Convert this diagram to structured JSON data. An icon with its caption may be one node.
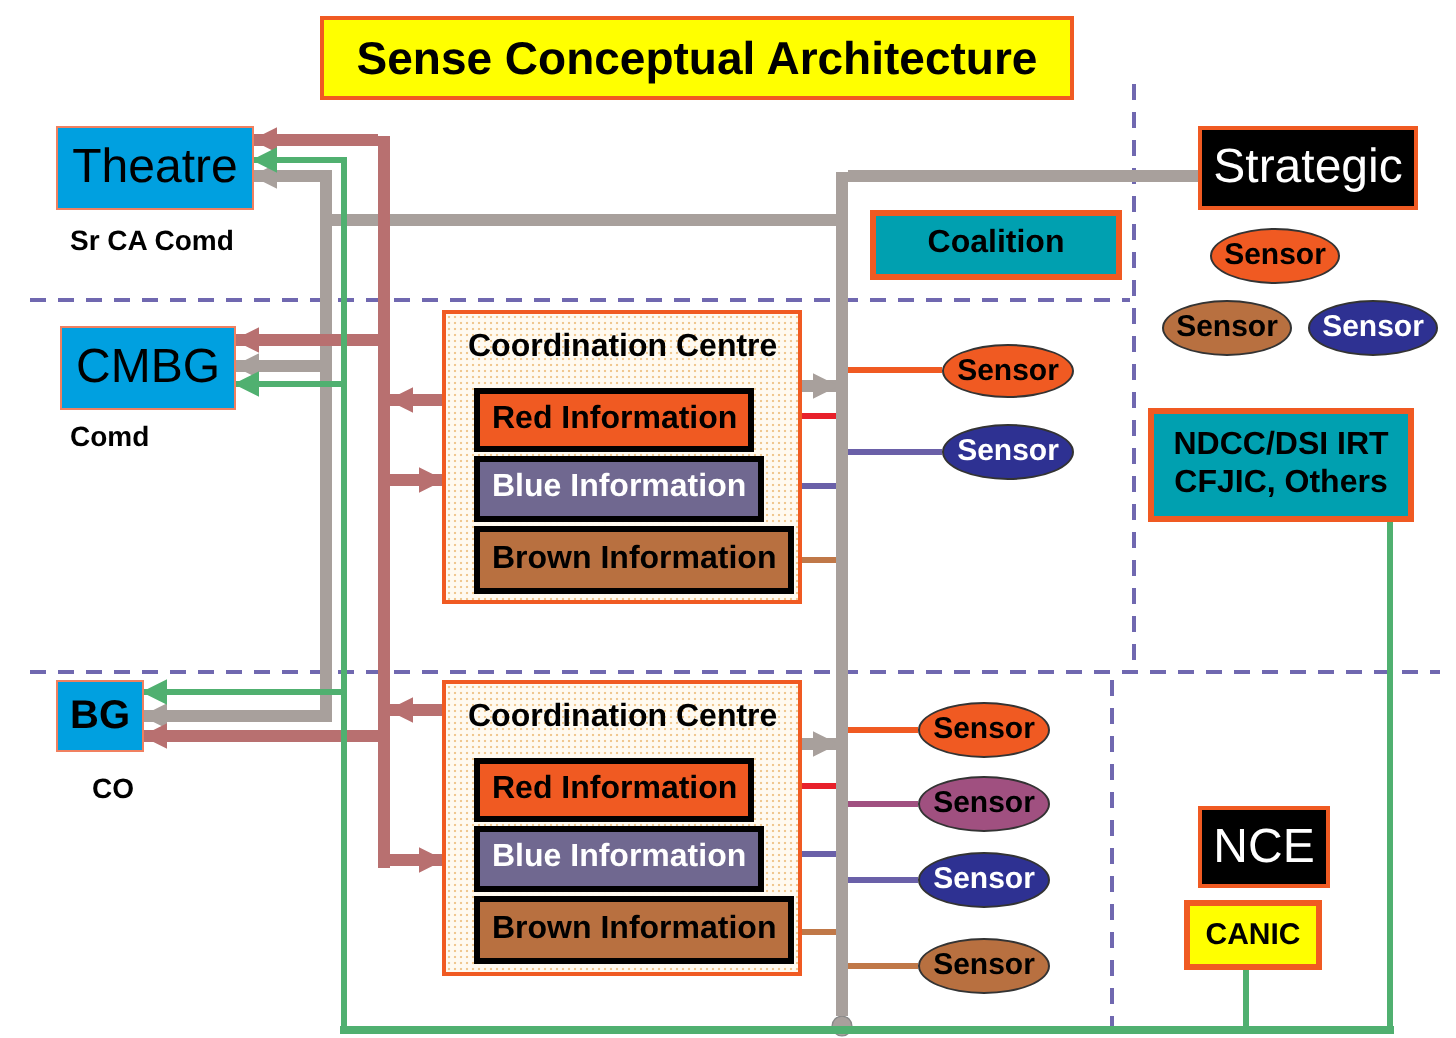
{
  "diagram": {
    "title": "Sense Conceptual Architecture",
    "nodes": [
      {
        "text": [
          "Theatre"
        ],
        "beside": [
          "Sr CA Comd"
        ]
      },
      {
        "text": [
          "CMBG"
        ],
        "beside": [
          "Comd"
        ]
      },
      {
        "text": [
          "BG"
        ],
        "beside": [
          "CO"
        ]
      },
      {
        "text": [
          "Coalition"
        ]
      },
      {
        "text": [
          "Strategic"
        ]
      },
      {
        "text": [
          "Sensor"
        ]
      },
      {
        "text": [
          "Sensor"
        ]
      },
      {
        "text": [
          "Sensor"
        ]
      },
      {
        "text": [
          "NDCC/DSI IRT CFJIC, Others"
        ]
      },
      {
        "text": [
          "Coordination Centre"
        ]
      },
      {
        "text": [
          "Red Information"
        ],
        "in": 9
      },
      {
        "text": [
          "Blue Information"
        ],
        "in": 9
      },
      {
        "text": [
          "Brown Information"
        ],
        "in": 9
      },
      {
        "text": [
          "Sensor"
        ]
      },
      {
        "text": [
          "Sensor"
        ]
      },
      {
        "text": [
          "Coordination Centre"
        ]
      },
      {
        "text": [
          "Red Information"
        ],
        "in": 15
      },
      {
        "text": [
          "Blue Information"
        ],
        "in": 15
      },
      {
        "text": [
          "Brown Information"
        ],
        "in": 15
      },
      {
        "text": [
          "Sensor"
        ]
      },
      {
        "text": [
          "Sensor"
        ]
      },
      {
        "text": [
          "Sensor"
        ]
      },
      {
        "text": [
          "Sensor"
        ]
      },
      {
        "text": [
          "NCE"
        ]
      },
      {
        "text": [
          "CANIC"
        ]
      },
      {
        "text": [],
        "shape": "bar"
      },
      {
        "text": [],
        "shape": "bar"
      },
      {
        "text": [],
        "shape": "bar"
      }
    ],
    "edges": [
      {
        "from": 4,
        "to": 25,
        "arrow": "none",
        "style": "thick",
        "color": "#a8a09c"
      },
      {
        "from": 25,
        "to": 0,
        "arrow": "to",
        "style": "thick",
        "color": "#a8a09c"
      },
      {
        "from": 25,
        "to": 1,
        "arrow": "to",
        "style": "thick",
        "color": "#a8a09c"
      },
      {
        "from": 25,
        "to": 2,
        "arrow": "to",
        "style": "thick",
        "color": "#a8a09c"
      },
      {
        "from": 9,
        "to": 25,
        "arrow": "to",
        "style": "thick",
        "color": "#a8a09c"
      },
      {
        "from": 15,
        "to": 25,
        "arrow": "to",
        "style": "thick",
        "color": "#a8a09c"
      },
      {
        "from": 10,
        "to": 25,
        "arrow": "none",
        "color": "#e8202a"
      },
      {
        "from": 11,
        "to": 25,
        "arrow": "none",
        "color": "#6a60a8"
      },
      {
        "from": 12,
        "to": 25,
        "arrow": "none",
        "color": "#c07848"
      },
      {
        "from": 16,
        "to": 25,
        "arrow": "none",
        "color": "#e8202a"
      },
      {
        "from": 17,
        "to": 25,
        "arrow": "none",
        "color": "#6a60a8"
      },
      {
        "from": 18,
        "to": 25,
        "arrow": "none",
        "color": "#c07848"
      },
      {
        "from": 25,
        "to": 13,
        "arrow": "none",
        "color": "#f05a22"
      },
      {
        "from": 25,
        "to": 14,
        "arrow": "none",
        "color": "#6a60a8"
      },
      {
        "from": 25,
        "to": 19,
        "arrow": "none",
        "color": "#f05a22"
      },
      {
        "from": 25,
        "to": 20,
        "arrow": "none",
        "color": "#a05080"
      },
      {
        "from": 25,
        "to": 21,
        "arrow": "none",
        "color": "#6a60a8"
      },
      {
        "from": 25,
        "to": 22,
        "arrow": "none",
        "color": "#c07848"
      },
      {
        "from": 9,
        "to": 27,
        "arrow": "to",
        "style": "thick",
        "color": "#b87070"
      },
      {
        "from": 27,
        "to": 9,
        "arrow": "to",
        "style": "thick",
        "color": "#b87070"
      },
      {
        "from": 15,
        "to": 27,
        "arrow": "to",
        "style": "thick",
        "color": "#b87070"
      },
      {
        "from": 27,
        "to": 15,
        "arrow": "to",
        "style": "thick",
        "color": "#b87070"
      },
      {
        "from": 27,
        "to": 0,
        "arrow": "to",
        "style": "thick",
        "color": "#b87070"
      },
      {
        "from": 27,
        "to": 1,
        "arrow": "to",
        "style": "thick",
        "color": "#b87070"
      },
      {
        "from": 27,
        "to": 2,
        "arrow": "to",
        "style": "thick",
        "color": "#b87070"
      },
      {
        "from": 26,
        "to": 0,
        "arrow": "to",
        "color": "#50b070"
      },
      {
        "from": 26,
        "to": 1,
        "arrow": "to",
        "color": "#50b070"
      },
      {
        "from": 26,
        "to": 2,
        "arrow": "to",
        "color": "#50b070"
      },
      {
        "from": 8,
        "to": 26,
        "arrow": "none",
        "color": "#50b070"
      },
      {
        "from": 24,
        "to": 26,
        "arrow": "none",
        "color": "#50b070"
      },
      {
        "from": 25,
        "to": 26,
        "arrow": "other",
        "color": "#a8a09c"
      }
    ]
  }
}
